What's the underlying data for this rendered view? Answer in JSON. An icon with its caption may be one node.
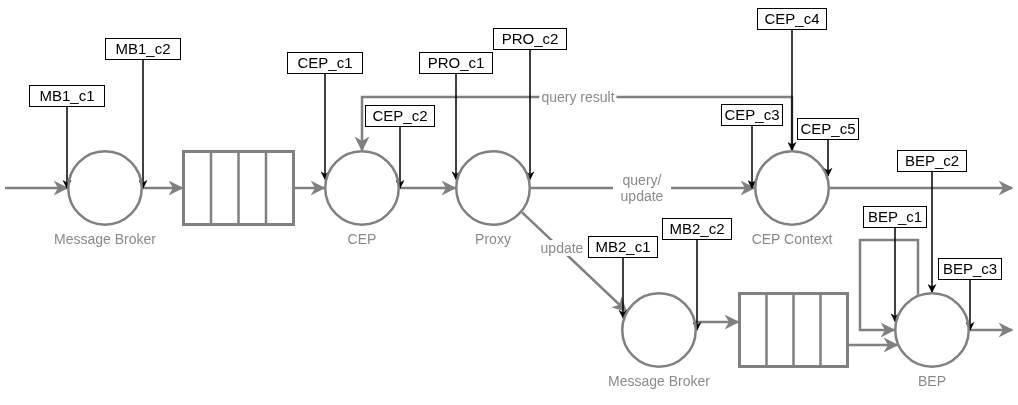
{
  "diagram": {
    "nodes": [
      {
        "text": [
          "Message Broker"
        ]
      },
      {
        "text": [],
        "shape": "box"
      },
      {
        "text": [
          "CEP"
        ]
      },
      {
        "text": [
          "Proxy"
        ]
      },
      {
        "text": [
          "CEP Context"
        ]
      },
      {
        "text": [
          "Message Broker"
        ]
      },
      {
        "text": [],
        "shape": "box"
      },
      {
        "text": [
          "BEP"
        ]
      },
      {
        "text": [
          "MB1_c1"
        ]
      },
      {
        "text": [
          "MB1_c2"
        ]
      },
      {
        "text": [
          "CEP_c1"
        ]
      },
      {
        "text": [
          "CEP_c2"
        ]
      },
      {
        "text": [
          "PRO_c1"
        ]
      },
      {
        "text": [
          "PRO_c2"
        ]
      },
      {
        "text": [
          "CEP_c4"
        ]
      },
      {
        "text": [
          "CEP_c3"
        ]
      },
      {
        "text": [
          "CEP_c5"
        ]
      },
      {
        "text": [
          "MB2_c1"
        ]
      },
      {
        "text": [
          "MB2_c2"
        ]
      },
      {
        "text": [
          "BEP_c2"
        ]
      },
      {
        "text": [
          "BEP_c1"
        ]
      },
      {
        "text": [
          "BEP_c3"
        ]
      }
    ],
    "edges": [
      {
        "from": null,
        "to": 0,
        "arrow": "to",
        "color": "#808080"
      },
      {
        "from": 0,
        "to": 1,
        "arrow": "to",
        "color": "#808080"
      },
      {
        "from": 1,
        "to": 2,
        "arrow": "to",
        "color": "#808080"
      },
      {
        "from": 2,
        "to": 3,
        "arrow": "to",
        "color": "#808080"
      },
      {
        "from": 3,
        "to": 4,
        "arrow": "to",
        "label": "query/ update",
        "color": "#808080"
      },
      {
        "from": 4,
        "to": 2,
        "arrow": "to",
        "label": "query result",
        "color": "#808080"
      },
      {
        "from": 3,
        "to": 5,
        "arrow": "to",
        "label": "update",
        "color": "#808080"
      },
      {
        "from": 5,
        "to": 6,
        "arrow": "to",
        "color": "#808080"
      },
      {
        "from": 6,
        "to": 7,
        "arrow": "to",
        "color": "#808080"
      },
      {
        "from": 7,
        "to": 7,
        "arrow": "to",
        "color": "#808080"
      },
      {
        "from": 4,
        "to": null,
        "arrow": "to",
        "color": "#808080"
      },
      {
        "from": 7,
        "to": null,
        "arrow": "to",
        "color": "#808080"
      },
      {
        "from": 8,
        "to": 0,
        "arrow": "to"
      },
      {
        "from": 9,
        "to": 0,
        "arrow": "to"
      },
      {
        "from": 10,
        "to": 2,
        "arrow": "to"
      },
      {
        "from": 11,
        "to": 2,
        "arrow": "to"
      },
      {
        "from": 12,
        "to": 3,
        "arrow": "to"
      },
      {
        "from": 13,
        "to": 3,
        "arrow": "to"
      },
      {
        "from": 14,
        "to": 4,
        "arrow": "to"
      },
      {
        "from": 15,
        "to": 4,
        "arrow": "to"
      },
      {
        "from": 16,
        "to": 4,
        "arrow": "to"
      },
      {
        "from": 17,
        "to": 5,
        "arrow": "to"
      },
      {
        "from": 18,
        "to": 5,
        "arrow": "to"
      },
      {
        "from": 19,
        "to": 7,
        "arrow": "to"
      },
      {
        "from": 20,
        "to": 7,
        "arrow": "to"
      },
      {
        "from": 21,
        "to": 7,
        "arrow": "to"
      }
    ]
  }
}
